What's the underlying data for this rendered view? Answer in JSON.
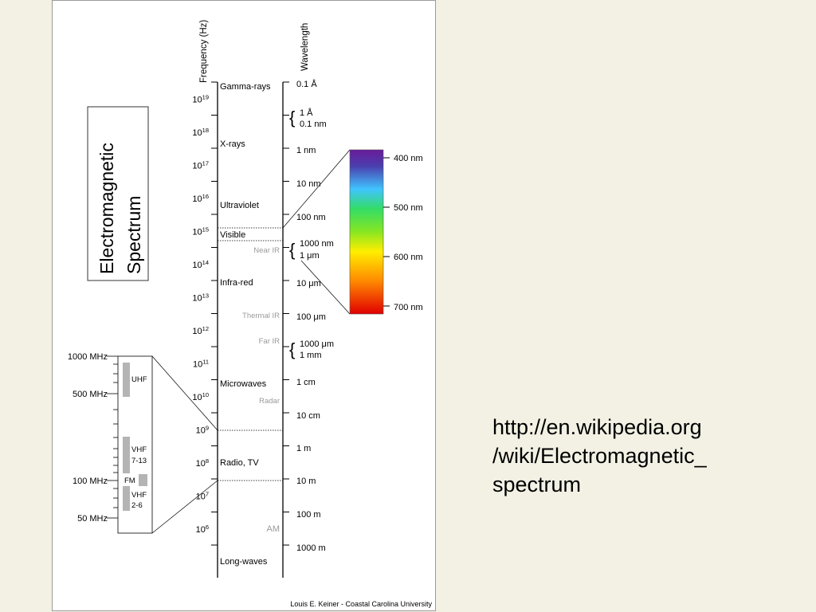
{
  "title": {
    "line1": "Electromagnetic",
    "line2": "Spectrum"
  },
  "axis_labels": {
    "frequency": "Frequency (Hz)",
    "wavelength": "Wavelength"
  },
  "frequency_ticks": [
    {
      "base": "10",
      "exp": "19"
    },
    {
      "base": "10",
      "exp": "18"
    },
    {
      "base": "10",
      "exp": "17"
    },
    {
      "base": "10",
      "exp": "16"
    },
    {
      "base": "10",
      "exp": "15"
    },
    {
      "base": "10",
      "exp": "14"
    },
    {
      "base": "10",
      "exp": "13"
    },
    {
      "base": "10",
      "exp": "12"
    },
    {
      "base": "10",
      "exp": "11"
    },
    {
      "base": "10",
      "exp": "10"
    },
    {
      "base": "10",
      "exp": "9"
    },
    {
      "base": "10",
      "exp": "8"
    },
    {
      "base": "10",
      "exp": "7"
    },
    {
      "base": "10",
      "exp": "6"
    }
  ],
  "regions": {
    "gamma": "Gamma-rays",
    "xrays": "X-rays",
    "ultraviolet": "Ultraviolet",
    "visible": "Visible",
    "infrared": "Infra-red",
    "microwaves": "Microwaves",
    "radio": "Radio, TV",
    "longwaves": "Long-waves"
  },
  "subregions": {
    "near_ir": "Near IR",
    "thermal_ir": "Thermal IR",
    "far_ir": "Far IR",
    "radar": "Radar",
    "am": "AM"
  },
  "wavelengths": {
    "w01a": "0.1 Å",
    "w1a": "1 Å",
    "w01nm": "0.1 nm",
    "w1nm": "1 nm",
    "w10nm": "10 nm",
    "w100nm": "100 nm",
    "w1000nm": "1000 nm",
    "w1um": "1 μm",
    "w10um": "10 μm",
    "w100um": "100 μm",
    "w1000um": "1000 μm",
    "w1mm": "1 mm",
    "w1cm": "1 cm",
    "w10cm": "10 cm",
    "w1m": "1 m",
    "w10m": "10 m",
    "w100m": "100 m",
    "w1000m": "1000 m"
  },
  "visible_scale": [
    "400 nm",
    "500 nm",
    "600 nm",
    "700 nm"
  ],
  "radio_scale": {
    "labels": [
      "1000 MHz",
      "500 MHz",
      "100 MHz",
      "50 MHz"
    ],
    "bands": {
      "uhf": "UHF",
      "vhf713": [
        "VHF",
        "7-13"
      ],
      "fm": "FM",
      "vhf26": [
        "VHF",
        "2-6"
      ]
    }
  },
  "credit": "Louis E. Keiner - Coastal Carolina University",
  "source_url": {
    "line1": "http://en.wikipedia.org",
    "line2": "/wiki/Electromagnetic_",
    "line3": "spectrum"
  },
  "colors": {
    "axis": "#000000",
    "subregion_text": "#9a9a9a",
    "band_fill": "#b4b4b4",
    "background": "#f3f1e4",
    "spectrum": [
      "#6a1b9a",
      "#3f51b5",
      "#40c4ff",
      "#33dd33",
      "#ffee00",
      "#ff8800",
      "#ee0000"
    ]
  }
}
